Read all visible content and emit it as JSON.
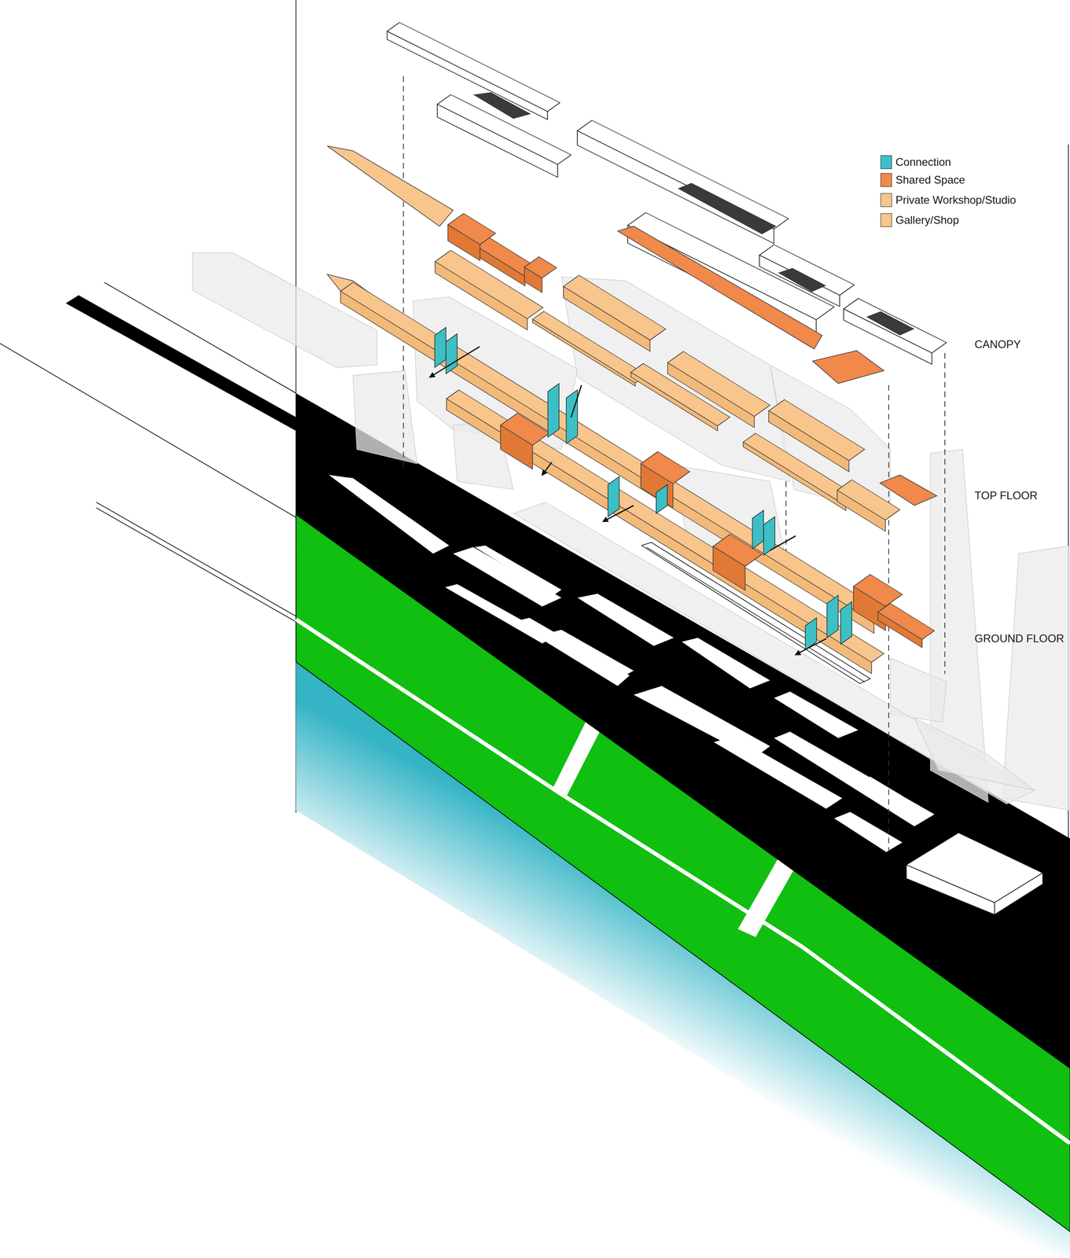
{
  "diagram": {
    "labels": [
      "CANOPY",
      "TOP FLOOR",
      "GROUND FLOOR"
    ],
    "legend": [
      {
        "text": "Connection",
        "color": "#3dbfc6"
      },
      {
        "text": "Shared Space",
        "color": "#f0894a"
      },
      {
        "text": "Private Workshop/Studio",
        "color": "#f8c58c"
      },
      {
        "text": "Gallery/Shop",
        "color": "#f8c58c"
      }
    ]
  }
}
